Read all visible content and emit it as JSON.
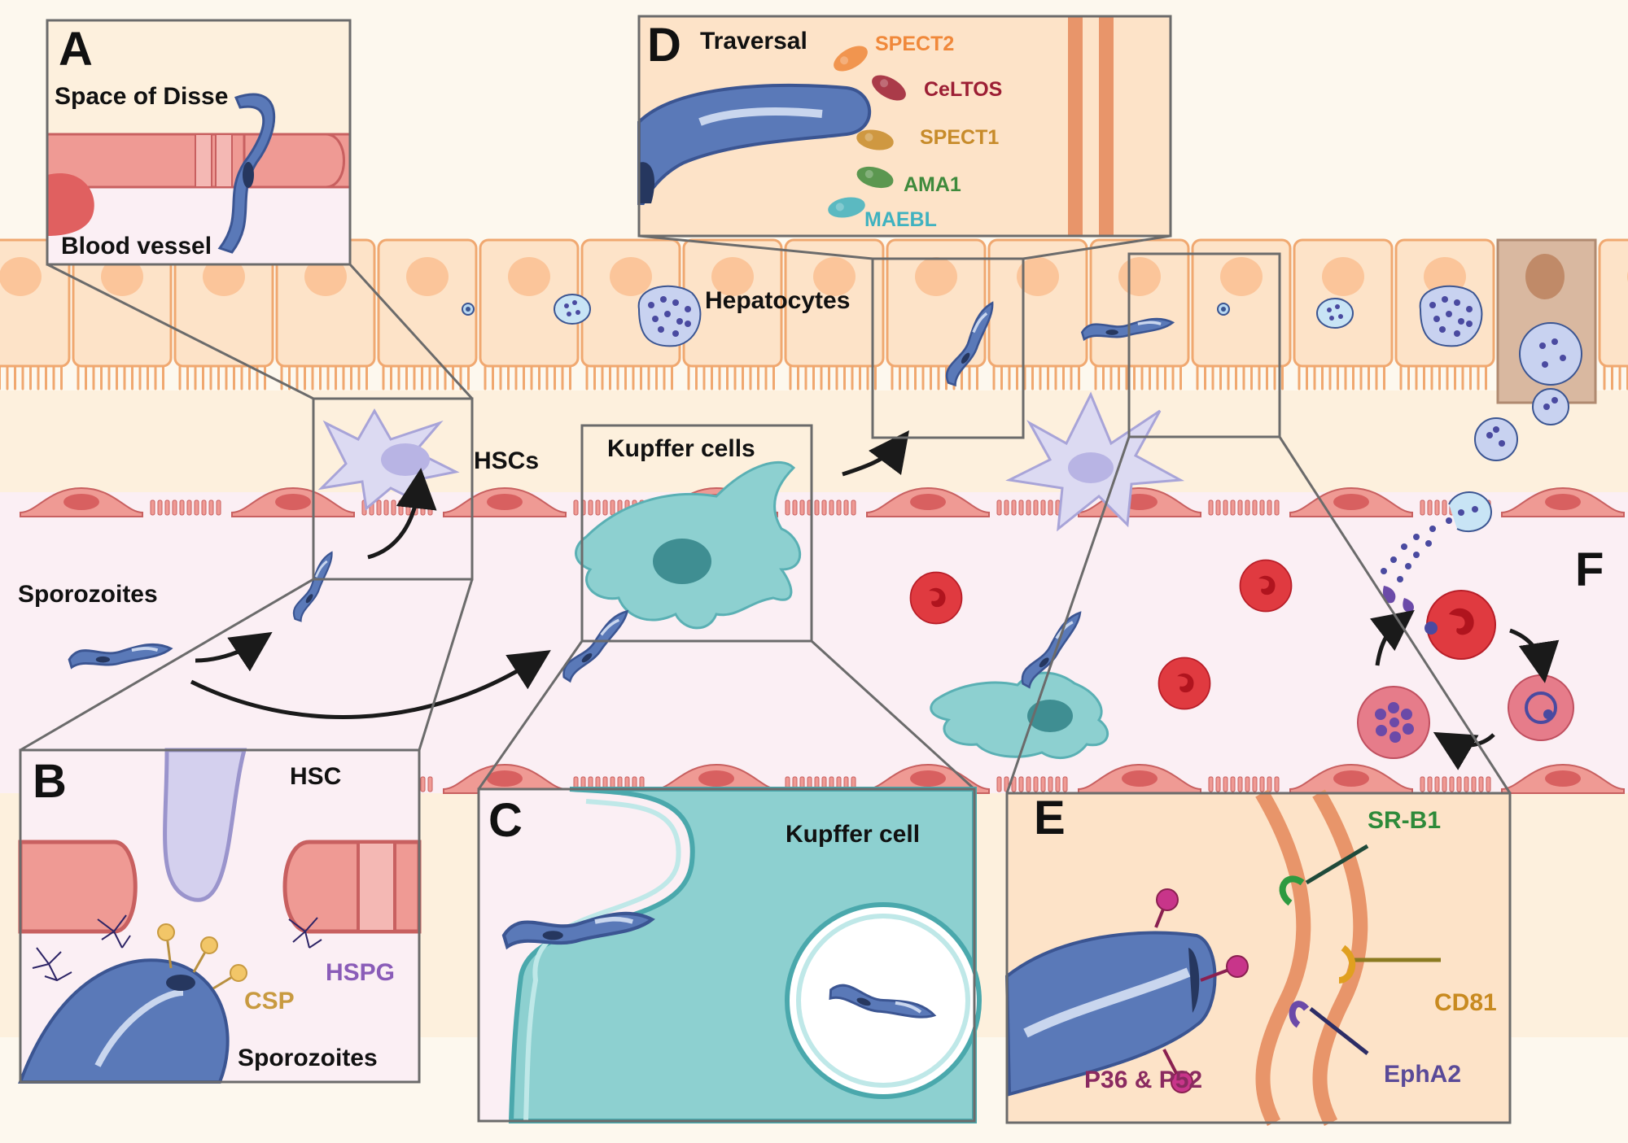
{
  "labels": {
    "hepatocytes": "Hepatocytes",
    "hscs": "HSCs",
    "kupffer_cells": "Kupffer cells",
    "sporozoites": "Sporozoites"
  },
  "panel_a": {
    "letter": "A",
    "space_of_disse": "Space of Disse",
    "blood_vessel": "Blood vessel"
  },
  "panel_b": {
    "letter": "B",
    "hsc": "HSC",
    "csp": "CSP",
    "hspg": "HSPG",
    "sporozoites": "Sporozoites"
  },
  "panel_c": {
    "letter": "C",
    "kupffer_cell": "Kupffer cell"
  },
  "panel_d": {
    "letter": "D",
    "traversal": "Traversal",
    "proteins": [
      {
        "name": "SPECT2",
        "color": "#f0883a"
      },
      {
        "name": "CeLTOS",
        "color": "#9c1e34"
      },
      {
        "name": "SPECT1",
        "color": "#c78b2a"
      },
      {
        "name": "AMA1",
        "color": "#3f8a3c"
      },
      {
        "name": "MAEBL",
        "color": "#3fb2c0"
      }
    ]
  },
  "panel_e": {
    "letter": "E",
    "sr_b1": "SR-B1",
    "cd81": "CD81",
    "epha2": "EphA2",
    "p36_p52": "P36 & P52"
  },
  "panel_f": {
    "letter": "F"
  },
  "colors": {
    "background": "#fdf8ee",
    "hepatocyte": "#fde3c8",
    "hepatocyte_border": "#f0a870",
    "endothelium": "#ef9a94",
    "vessel_lumen": "#fbeff4",
    "parasite": "#5a79b8",
    "kupffer": "#8dd0d0",
    "hsc": "#d8d6f0",
    "rbc": "#e03a40"
  }
}
